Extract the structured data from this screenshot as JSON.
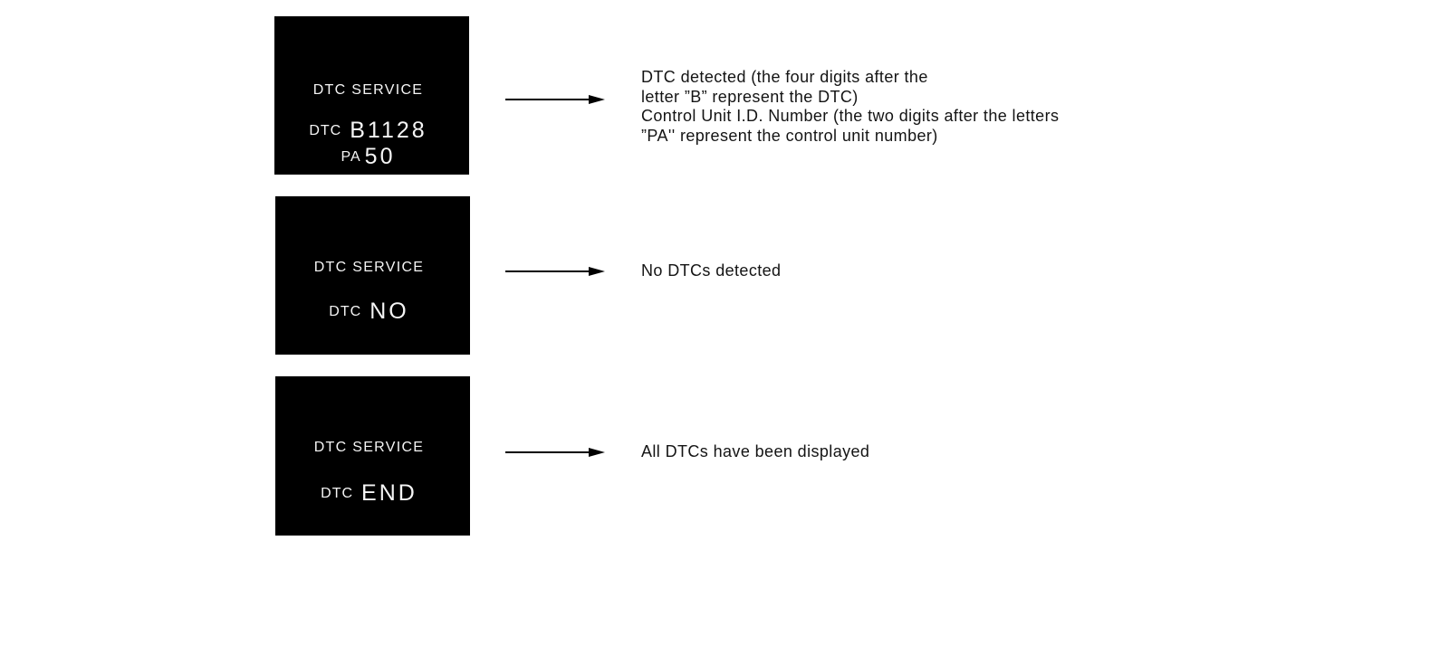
{
  "diagram": {
    "background_color": "#ffffff",
    "screen_background_color": "#000000",
    "screen_text_color": "#f5f5f5",
    "rows": [
      {
        "screen": {
          "title": "DTC SERVICE",
          "lines": [
            {
              "label": "DTC",
              "value": "B1128"
            },
            {
              "label": "PA",
              "value": "50"
            }
          ]
        },
        "description": [
          "DTC detected (the four digits after the",
          "letter ”B” represent the DTC)",
          "Control Unit I.D. Number (the two digits after the letters",
          "”PA'' represent the control unit number)"
        ]
      },
      {
        "screen": {
          "title": "DTC SERVICE",
          "lines": [
            {
              "label": "DTC",
              "value": "NO"
            }
          ]
        },
        "description": [
          "No DTCs detected"
        ]
      },
      {
        "screen": {
          "title": "DTC SERVICE",
          "lines": [
            {
              "label": "DTC",
              "value": "END"
            }
          ]
        },
        "description": [
          "All DTCs have been displayed"
        ]
      }
    ]
  }
}
